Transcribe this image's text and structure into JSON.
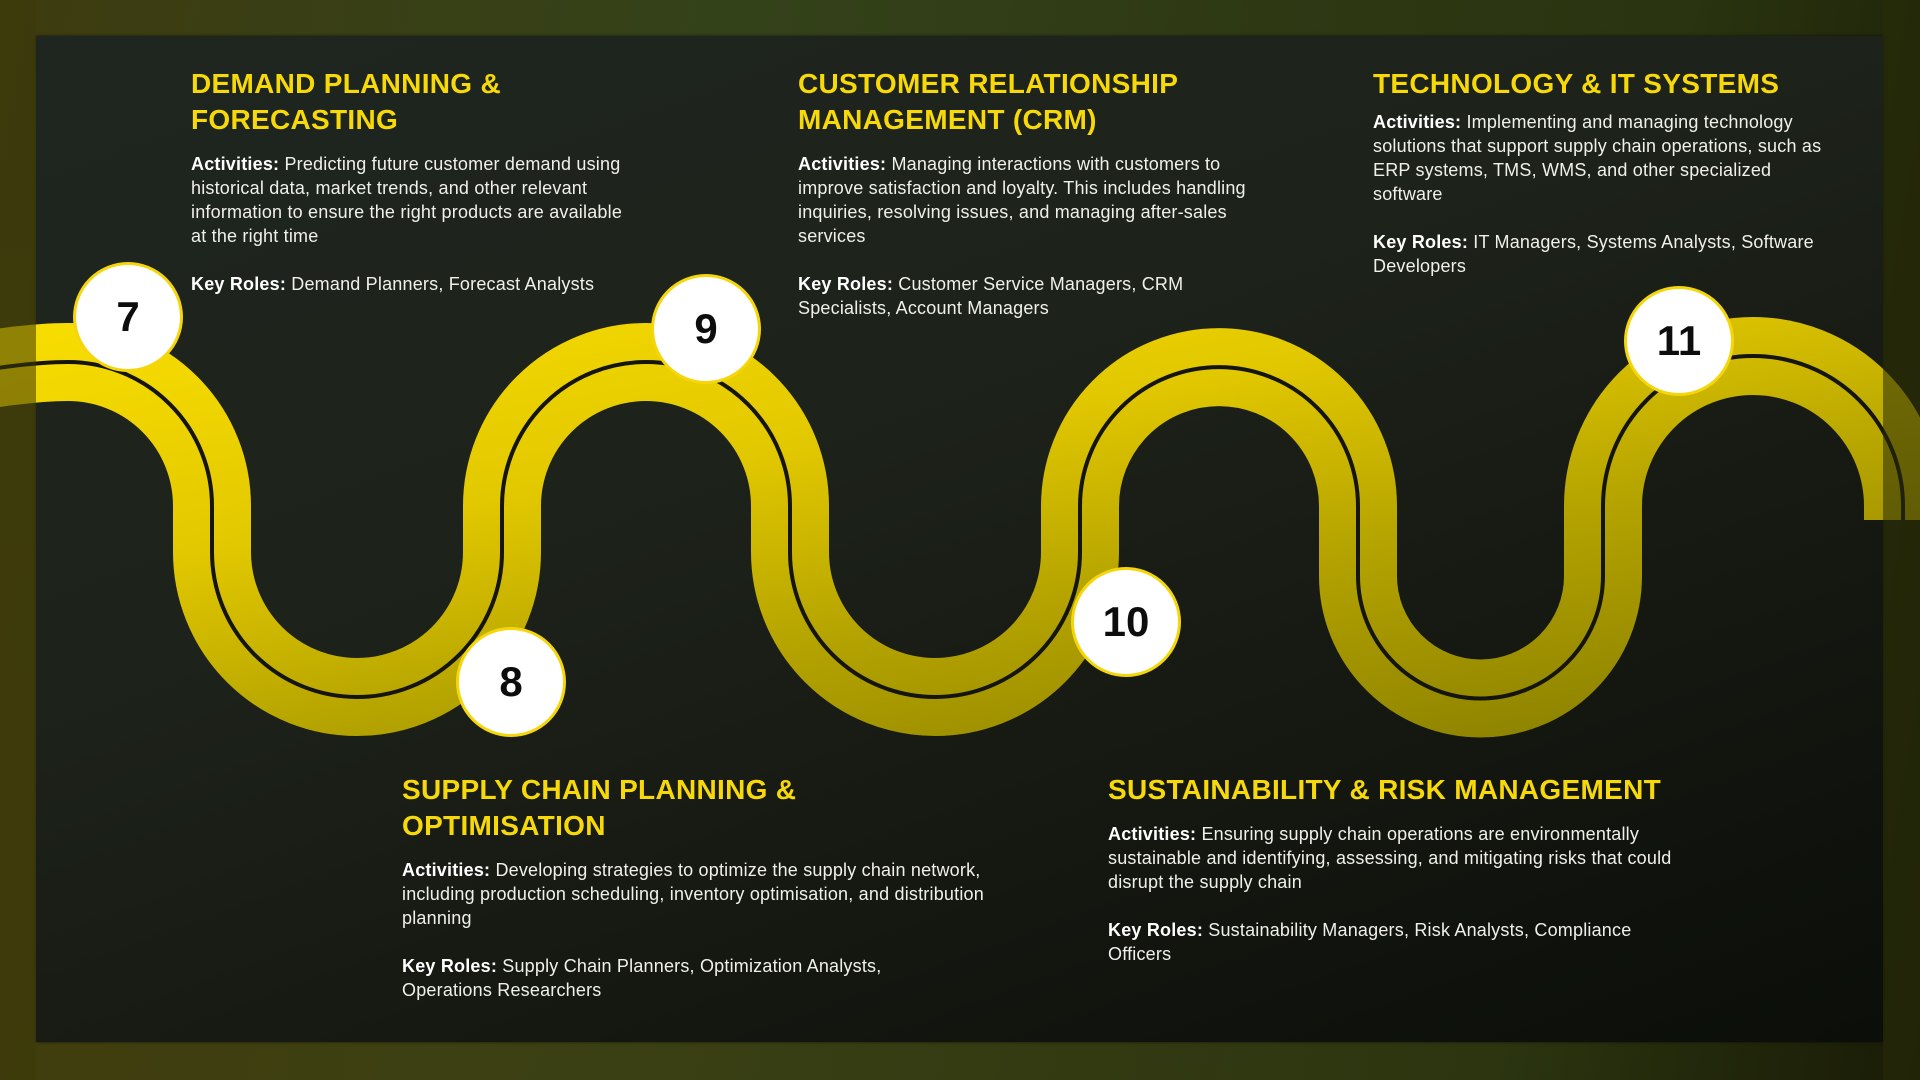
{
  "colors": {
    "accent": "#f7d90a",
    "track_light": "#f2d900",
    "track_dark": "#8c8200",
    "centerline": "#141510",
    "panel": "#1b2019",
    "frame": "#34421a"
  },
  "steps": [
    {
      "number": "7",
      "title": "DEMAND PLANNING & FORECASTING",
      "activities_label": "Activities:",
      "activities": "Predicting future customer demand using historical data, market trends, and other relevant information to ensure the right products are available at the right time",
      "roles_label": "Key Roles:",
      "roles": "Demand Planners, Forecast Analysts"
    },
    {
      "number": "8",
      "title": "SUPPLY CHAIN PLANNING & OPTIMISATION",
      "activities_label": "Activities:",
      "activities": "Developing strategies to optimize the supply chain network, including production scheduling, inventory optimisation, and distribution planning",
      "roles_label": "Key Roles:",
      "roles": "Supply Chain Planners, Optimization Analysts, Operations Researchers"
    },
    {
      "number": "9",
      "title": "CUSTOMER RELATIONSHIP MANAGEMENT (CRM)",
      "activities_label": "Activities:",
      "activities": "Managing interactions with customers to improve satisfaction and loyalty. This includes handling inquiries, resolving issues, and managing after-sales services",
      "roles_label": "Key Roles:",
      "roles": "Customer Service Managers, CRM Specialists, Account Managers"
    },
    {
      "number": "10",
      "title": "SUSTAINABILITY & RISK MANAGEMENT",
      "activities_label": "Activities:",
      "activities": "Ensuring supply chain operations are environmentally sustainable and identifying, assessing, and mitigating risks that could disrupt the supply chain",
      "roles_label": "Key Roles:",
      "roles": "Sustainability Managers, Risk Analysts, Compliance Officers"
    },
    {
      "number": "11",
      "title": "TECHNOLOGY & IT SYSTEMS",
      "activities_label": "Activities:",
      "activities": "Implementing and managing technology solutions that support supply chain operations, such as ERP systems, TMS, WMS, and other specialized software",
      "roles_label": "Key Roles:",
      "roles": "IT Managers, Systems Analysts, Software Developers"
    }
  ]
}
